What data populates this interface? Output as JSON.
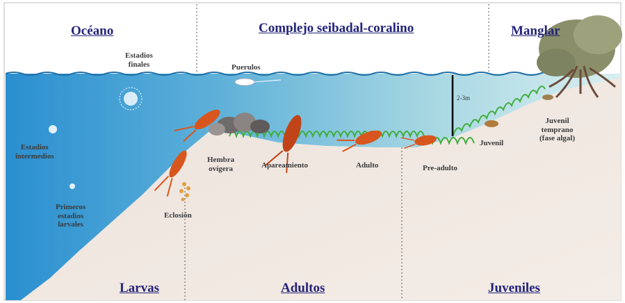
{
  "zones_top": {
    "ocean": "Océano",
    "seagrass_coral": "Complejo seibadal-coralino",
    "mangrove": "Manglar"
  },
  "zones_bottom": {
    "larvae": "Larvas",
    "adults": "Adultos",
    "juveniles": "Juveniles"
  },
  "stages": {
    "final_stages": "Estadios\nfinales",
    "puerulus": "Puerulos",
    "intermediate_stages": "Estadios\nintermedios",
    "first_larval_stages": "Primeros\nestadios\nlarvales",
    "hatching": "Eclosión",
    "ovigerous_female": "Hembra\novígera",
    "mating": "Apareamiento",
    "adult": "Adulto",
    "pre_adult": "Pre-adulto",
    "juvenile": "Juvenil",
    "early_juvenile": "Juvenil\ntemprano\n(fase algal)"
  },
  "depth_marker": "2-3m",
  "colors": {
    "ocean_deep": "#2a8fd0",
    "ocean_shallow": "#bfe3ea",
    "seafloor": "#f0e6df",
    "sky": "#ffffff",
    "zone_title": "#23237a",
    "lobster": "#d8561e",
    "seagrass": "#3fae3c",
    "mangrove": "#8a8f6a"
  }
}
